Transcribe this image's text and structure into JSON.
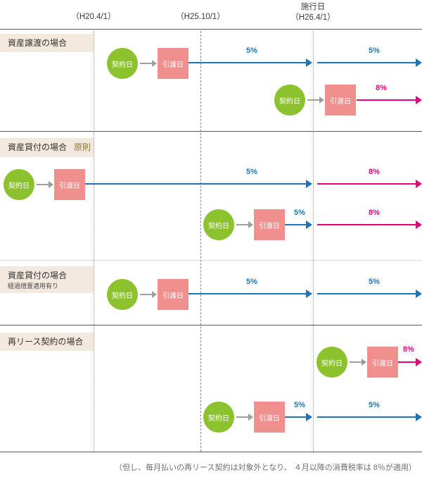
{
  "meta": {
    "title": "消費税率の適用区分タイムライン",
    "colors": {
      "green": "#8cc22e",
      "pink_box": "#f0908e",
      "blue": "#1b75bc",
      "magenta": "#e6007e",
      "label_bg": "#f4e9df",
      "accent_olive": "#8a7630",
      "rule": "#5a5a5a"
    }
  },
  "header": {
    "columns": [
      {
        "top": "",
        "date": "（H20.4/1）"
      },
      {
        "top": "",
        "date": "（H25.10/1）"
      },
      {
        "top": "施行日",
        "date": "（H26.4/1）"
      }
    ]
  },
  "node_labels": {
    "contract": "契約日",
    "delivery": "引渡日"
  },
  "sections": [
    {
      "id": "asset-transfer",
      "title": "資産譲渡の場合",
      "accent": "",
      "subtitle": "",
      "rows": [
        {
          "rates": [
            "5%",
            "5%"
          ]
        },
        {
          "rates": [
            "8%"
          ]
        }
      ]
    },
    {
      "id": "asset-lease-principle",
      "title": "資産貸付の場合",
      "accent": "原則",
      "subtitle": "",
      "rows": [
        {
          "rates": [
            "5%",
            "8%"
          ]
        },
        {
          "rates": [
            "5%",
            "8%"
          ]
        }
      ]
    },
    {
      "id": "asset-lease-transitional",
      "title": "資産貸付の場合",
      "accent": "",
      "subtitle": "経過措置適用有り",
      "rows": [
        {
          "rates": [
            "5%",
            "5%"
          ]
        }
      ]
    },
    {
      "id": "re-lease-contract",
      "title": "再リース契約の場合",
      "accent": "",
      "subtitle": "",
      "rows": [
        {
          "rates": [
            "8%"
          ]
        },
        {
          "rates": [
            "5%",
            "5%"
          ]
        }
      ]
    }
  ],
  "rates": {
    "five": "5%",
    "eight": "8%"
  },
  "footnote": "（但し、毎月払いの再リース契約は対象外となり、 ４月以降の消費税率は 8％が適用）"
}
